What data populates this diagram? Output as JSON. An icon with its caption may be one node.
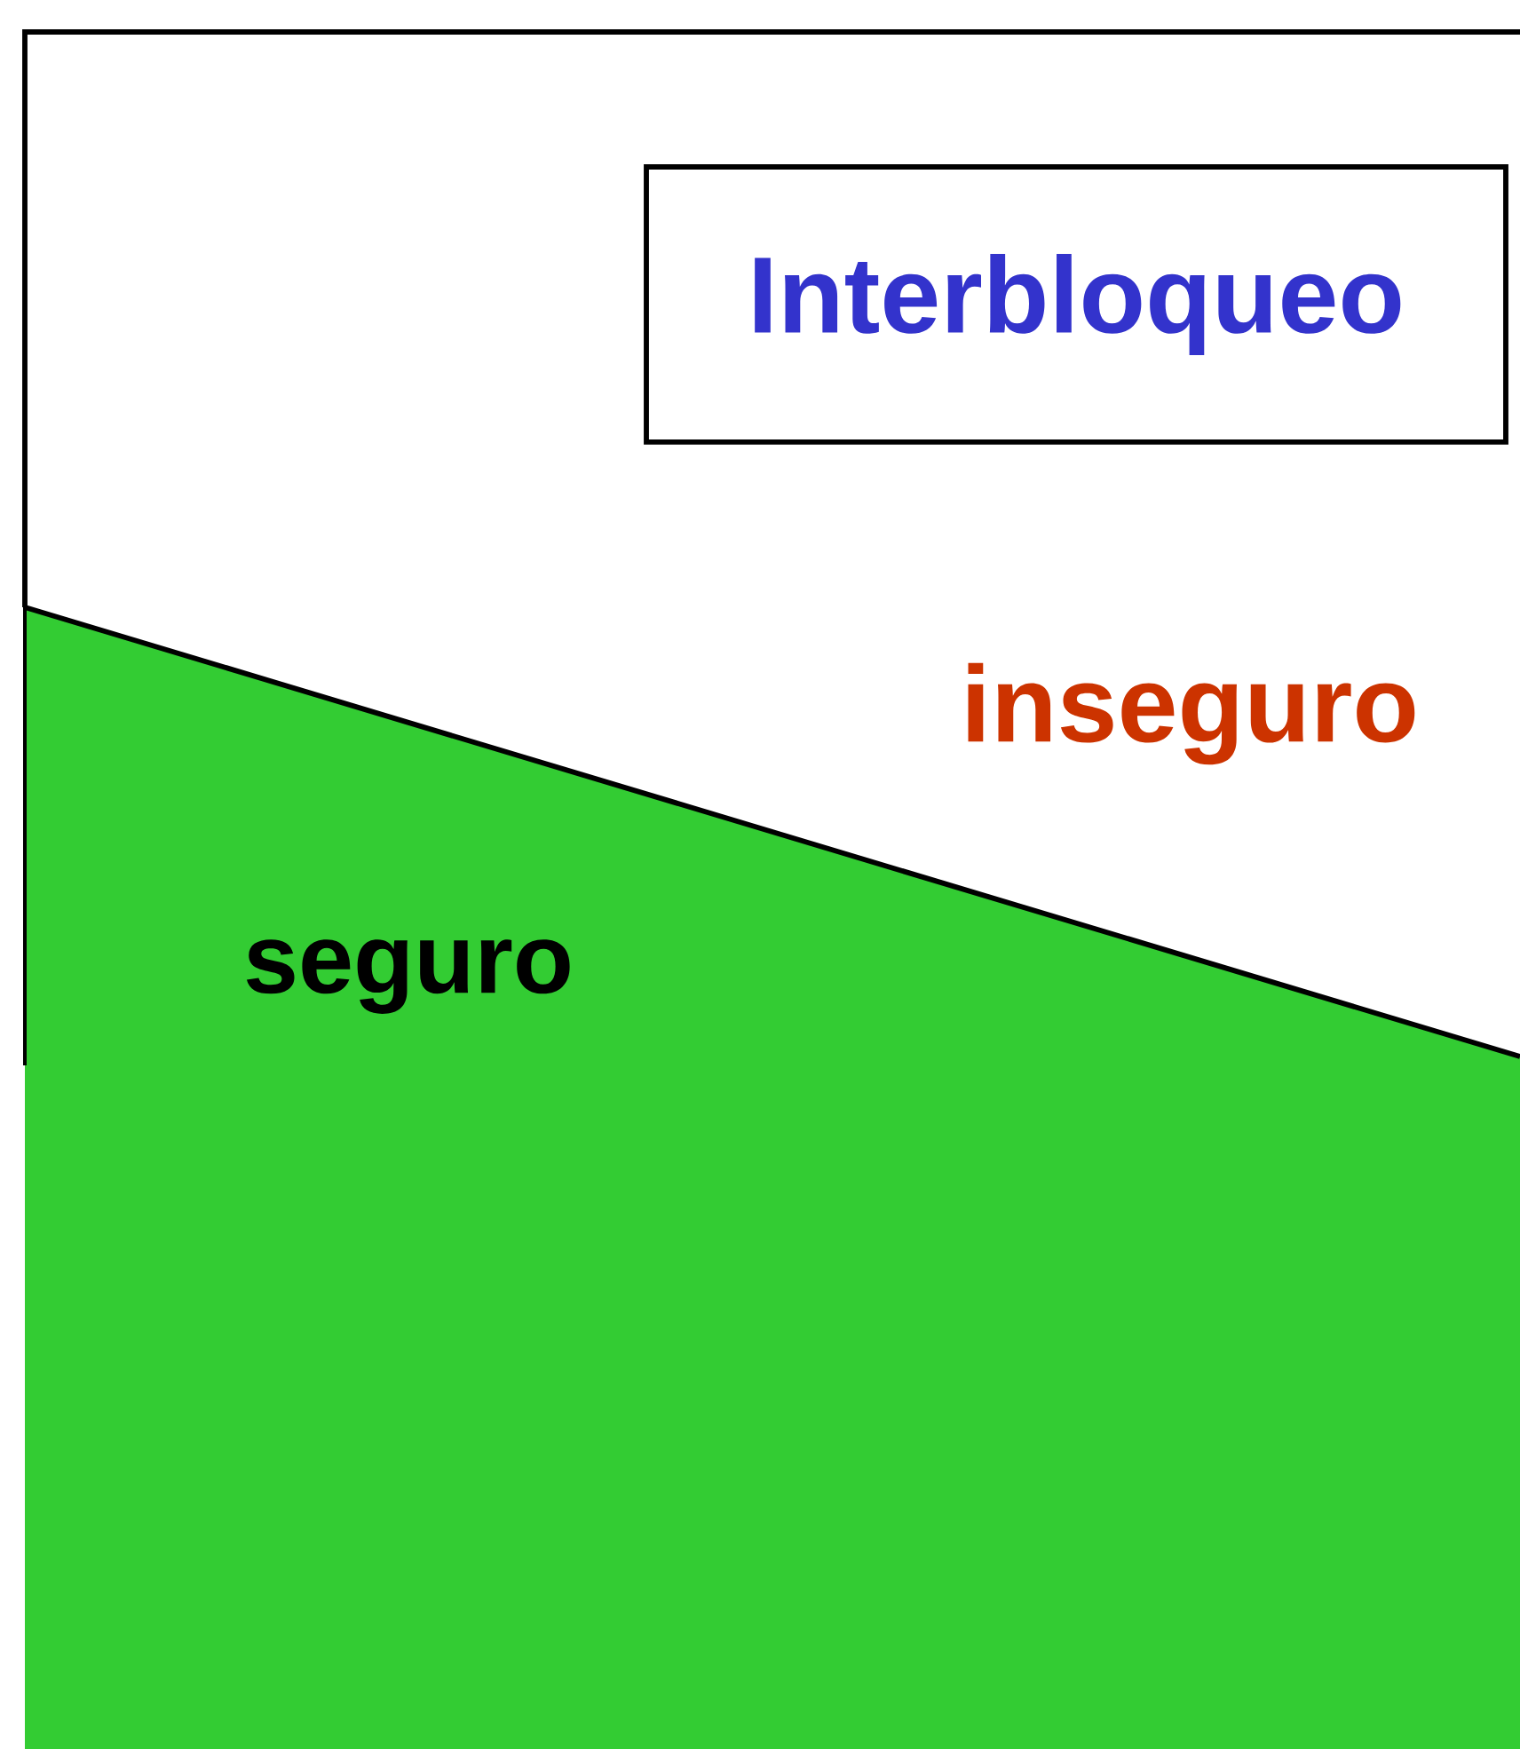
{
  "diagram": {
    "nodes": [
      {
        "text": [
          "inseguro"
        ]
      },
      {
        "text": [
          "Interbloqueo"
        ],
        "in": 0
      },
      {
        "text": [
          "seguro"
        ]
      }
    ]
  }
}
